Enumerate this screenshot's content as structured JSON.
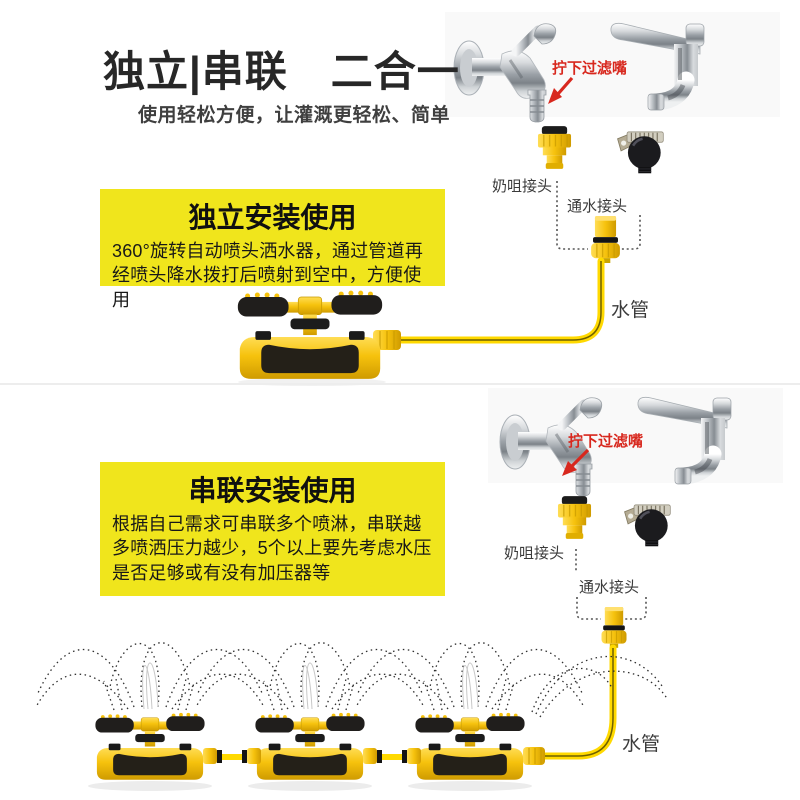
{
  "header": {
    "title": "独立|串联　二合一",
    "subtitle": "使用轻松方便，让灌溉更轻松、简单"
  },
  "sections": {
    "independent": {
      "box_title": "独立安装使用",
      "box_body": "360°旋转自动喷头洒水器，通过管道再经喷头降水拨打后喷射到空中，方便使用"
    },
    "series": {
      "box_title": "串联安装使用",
      "box_body": "根据自己需求可串联多个喷淋，串联越多喷洒压力越少，5个以上要先考虑水压是否足够或有没有加压器等"
    }
  },
  "labels": {
    "filter_tip": "拧下过滤嘴",
    "nipple_connector": "奶咀接头",
    "water_connector": "通水接头",
    "hose": "水管"
  },
  "colors": {
    "accent_yellow": "#f0e51c",
    "product_yellow": "#f6c20d",
    "hose_yellow": "#ffd900",
    "label_red": "#d8281e"
  }
}
